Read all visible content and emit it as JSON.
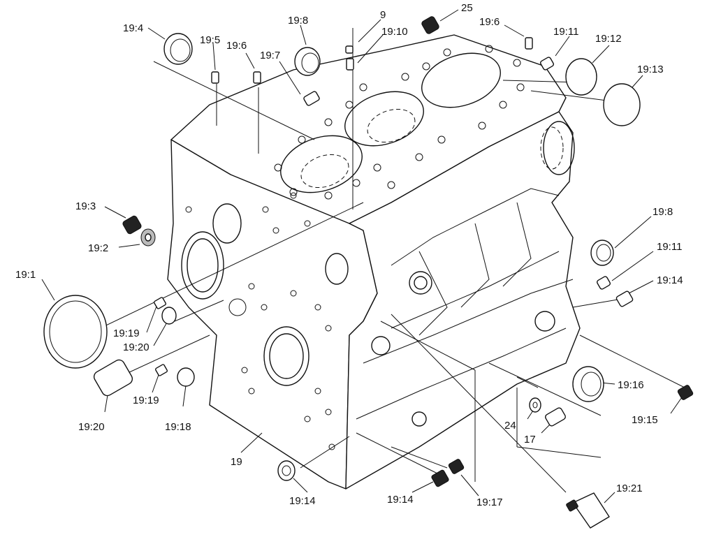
{
  "diagram": {
    "labels": [
      {
        "id": "l-19-4",
        "text": "19:4"
      },
      {
        "id": "l-19-5",
        "text": "19:5"
      },
      {
        "id": "l-19-6a",
        "text": "19:6"
      },
      {
        "id": "l-19-8a",
        "text": "19:8"
      },
      {
        "id": "l-9",
        "text": "9"
      },
      {
        "id": "l-19-10",
        "text": "19:10"
      },
      {
        "id": "l-25",
        "text": "25"
      },
      {
        "id": "l-19-6b",
        "text": "19:6"
      },
      {
        "id": "l-19-11a",
        "text": "19:11"
      },
      {
        "id": "l-19-12",
        "text": "19:12"
      },
      {
        "id": "l-19-13",
        "text": "19:13"
      },
      {
        "id": "l-19-7",
        "text": "19:7"
      },
      {
        "id": "l-19-3",
        "text": "19:3"
      },
      {
        "id": "l-19-2",
        "text": "19:2"
      },
      {
        "id": "l-19-1",
        "text": "19:1"
      },
      {
        "id": "l-19-8b",
        "text": "19:8"
      },
      {
        "id": "l-19-11b",
        "text": "19:11"
      },
      {
        "id": "l-19-14a",
        "text": "19:14"
      },
      {
        "id": "l-19-19a",
        "text": "19:19"
      },
      {
        "id": "l-19-20a",
        "text": "19:20"
      },
      {
        "id": "l-19-16",
        "text": "19:16"
      },
      {
        "id": "l-19-15",
        "text": "19:15"
      },
      {
        "id": "l-24",
        "text": "24"
      },
      {
        "id": "l-17",
        "text": "17"
      },
      {
        "id": "l-19-19b",
        "text": "19:19"
      },
      {
        "id": "l-19-18",
        "text": "19:18"
      },
      {
        "id": "l-19-20b",
        "text": "19:20"
      },
      {
        "id": "l-19",
        "text": "19"
      },
      {
        "id": "l-19-14b",
        "text": "19:14"
      },
      {
        "id": "l-19-14c",
        "text": "19:14"
      },
      {
        "id": "l-19-17",
        "text": "19:17"
      },
      {
        "id": "l-19-21",
        "text": "19:21"
      }
    ]
  }
}
